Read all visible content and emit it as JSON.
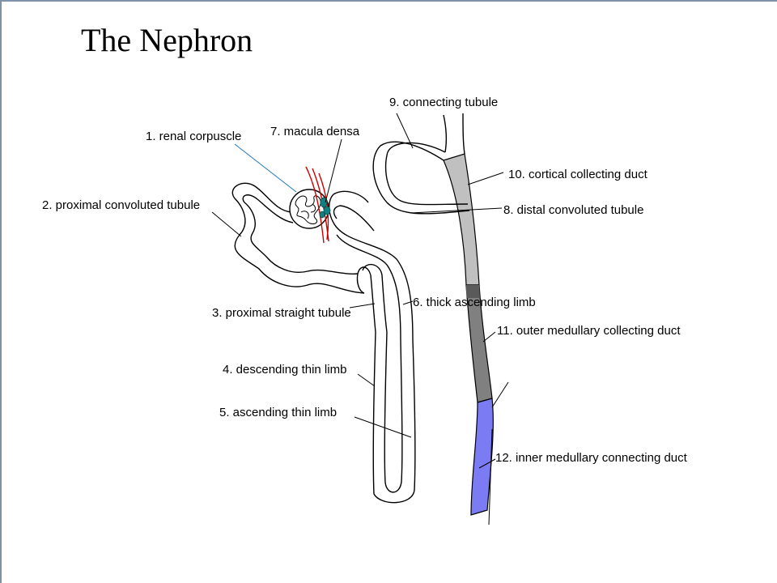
{
  "title": "The Nephron",
  "labels": {
    "renal_corpuscle": "1. renal corpuscle",
    "proximal_convoluted": "2. proximal convoluted tubule",
    "proximal_straight": "3. proximal straight tubule",
    "descending_thin": "4. descending thin limb",
    "ascending_thin": "5. ascending thin limb",
    "thick_ascending": "6. thick ascending limb",
    "macula_densa": "7. macula densa",
    "distal_convoluted": "8. distal convoluted tubule",
    "connecting_tubule": "9. connecting tubule",
    "cortical_collecting": "10. cortical collecting duct",
    "outer_medullary_collecting": "11. outer medullary collecting duct",
    "inner_medullary_connecting": "12. inner medullary connecting duct"
  },
  "colors": {
    "outline": "#000000",
    "cortical_duct": "#c0c0c0",
    "outer_medullary_duct": "#808080",
    "thick_limb_segment": "#6e6e6e",
    "inner_medullary_duct": "#7b7bf4",
    "vessels": "#cc0000",
    "macula_densa": "#118080",
    "corpuscle_pointer": "#1f77b4"
  }
}
